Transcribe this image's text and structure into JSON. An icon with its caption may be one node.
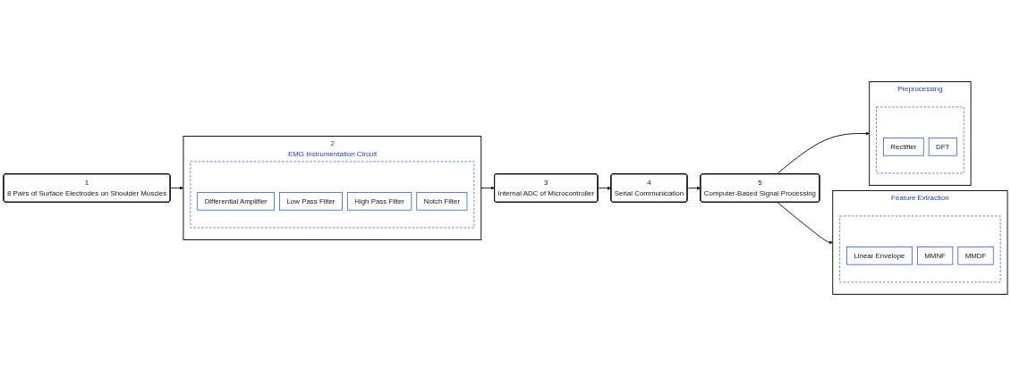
{
  "diagram": {
    "nodes": [
      {
        "text": [
          "1",
          "8 Pairs of Surface Electrodes on Shoulder Muscles"
        ]
      },
      {
        "text": [
          "2",
          "EMG Instrumentation Circuit"
        ]
      },
      {
        "text": [],
        "shape": "box",
        "in": 1
      },
      {
        "text": [
          "Differential Amplifier"
        ],
        "in": 2
      },
      {
        "text": [
          "Low Pass Filter"
        ],
        "in": 2
      },
      {
        "text": [
          "High Pass Filter"
        ],
        "in": 2
      },
      {
        "text": [
          "Notch Filter"
        ],
        "in": 2
      },
      {
        "text": [
          "3",
          "Internal ADC of Microcontroller"
        ]
      },
      {
        "text": [
          "4",
          "Serial Communication"
        ]
      },
      {
        "text": [
          "5",
          "Computer-Based Signal Processing"
        ]
      },
      {
        "text": [
          "Preprocessing"
        ]
      },
      {
        "text": [],
        "shape": "box",
        "in": 10
      },
      {
        "text": [
          "Rectifier"
        ],
        "in": 11
      },
      {
        "text": [
          "DFT"
        ],
        "in": 11
      },
      {
        "text": [
          "Feature Extraction"
        ]
      },
      {
        "text": [],
        "shape": "box",
        "in": 14
      },
      {
        "text": [
          "Linear Envelope"
        ],
        "in": 15
      },
      {
        "text": [
          "MMNF"
        ],
        "in": 15
      },
      {
        "text": [
          "MMDF"
        ],
        "in": 15
      }
    ],
    "edges": [
      {
        "from": 0,
        "to": 1,
        "arrow": "to"
      },
      {
        "from": 1,
        "to": 7,
        "arrow": "to"
      },
      {
        "from": 7,
        "to": 8,
        "arrow": "to"
      },
      {
        "from": 8,
        "to": 9,
        "arrow": "to"
      },
      {
        "from": 9,
        "to": 10,
        "arrow": "to"
      },
      {
        "from": 9,
        "to": 14,
        "arrow": "to"
      }
    ]
  }
}
